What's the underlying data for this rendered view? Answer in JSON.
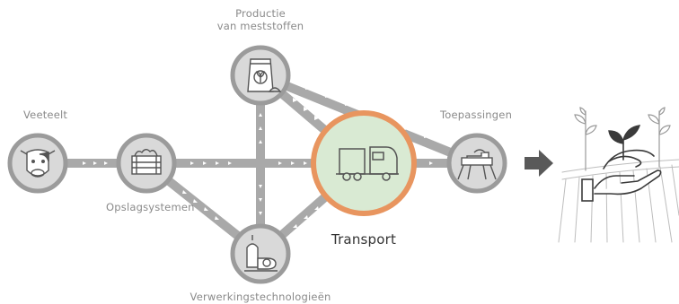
{
  "title": "",
  "colors": {
    "road": "#a9a9a9",
    "road_arrow": "#ffffff",
    "node_ring": "#9b9b9b",
    "node_fill": "#d9d9d9",
    "icon_stroke": "#555555",
    "transport_ring": "#e8955f",
    "transport_fill": "#d9ead3",
    "output_arrow": "#595959",
    "plant_green": "#3a3a3a"
  },
  "nodes": {
    "veeteelt": {
      "label": "Veeteelt",
      "icon": "cow-icon"
    },
    "opslag": {
      "label": "Opslagsystemen",
      "icon": "storage-crate-icon"
    },
    "productie": {
      "label_line1": "Productie",
      "label_line2": "van meststoffen",
      "icon": "fertilizer-bag-icon"
    },
    "verwerking": {
      "label": "Verwerkingstechnologieën",
      "icon": "processing-tank-icon"
    },
    "transport": {
      "label": "Transport",
      "icon": "truck-icon"
    },
    "toepassingen": {
      "label": "Toepassingen",
      "icon": "spreader-tractor-icon"
    }
  },
  "result": {
    "icon": "hand-with-plant-icon"
  }
}
